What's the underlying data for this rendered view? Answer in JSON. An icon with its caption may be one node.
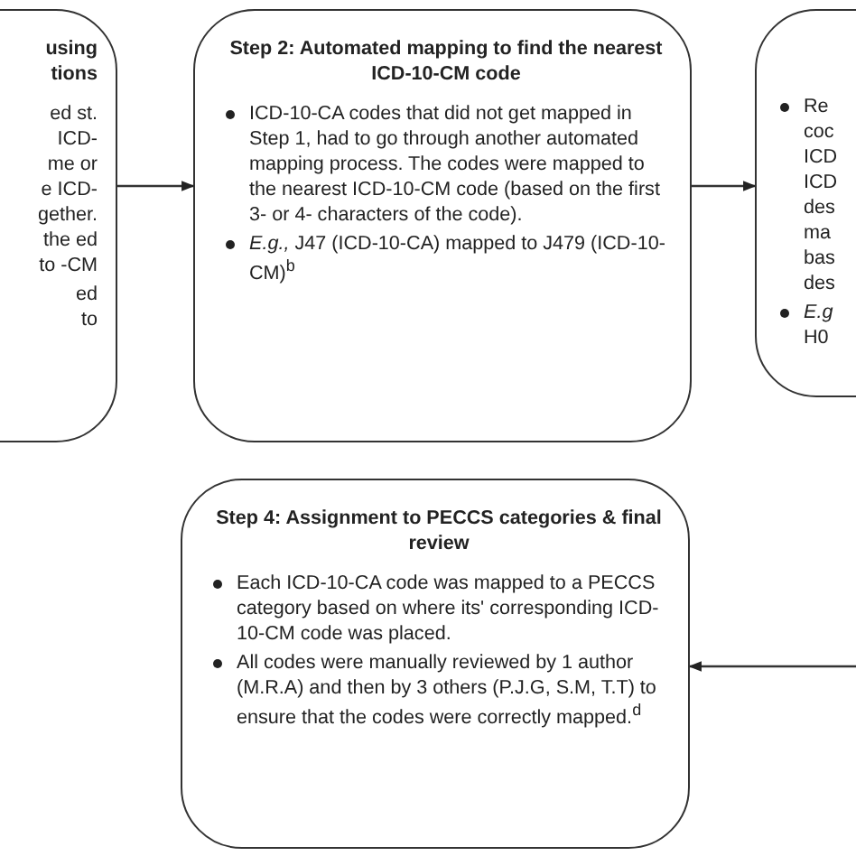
{
  "diagram": {
    "nodes": [
      {
        "text": [
          "using tions",
          "ed st. ICD- me or e ICD- gether. the ed to -CM",
          "ed to"
        ]
      },
      {
        "text": [
          "Step 2: Automated mapping to find the nearest ICD-10-CM code",
          "ICD-10-CA codes that did not get mapped in Step 1, had to go through another automated mapping process. The codes were mapped to the nearest ICD-10-CM code (based on the first 3- or 4- characters of the code).",
          "*E.g.,* J47 (ICD-10-CA) mapped to J479 (ICD-10-CM)$^{b}$"
        ]
      },
      {
        "text": [
          "Re coc ICD ICD des ma bas des",
          "*E.g* H0"
        ]
      },
      {
        "text": [
          "Step 4: Assignment to PECCS categories & final review",
          "Each ICD-10-CA code was mapped to a PECCS category based on where its' corresponding ICD-10-CM code was placed.",
          "All codes were manually reviewed by 1 author (M.R.A) and then by 3 others (P.J.G, S.M, T.T) to ensure that the codes were correctly mapped.$^{d}$"
        ]
      }
    ],
    "edges": [
      {
        "from": 0,
        "to": 1,
        "arrow": "to"
      },
      {
        "from": 1,
        "to": 2,
        "arrow": "to"
      },
      {
        "from": null,
        "to": 3,
        "arrow": "to"
      }
    ]
  }
}
